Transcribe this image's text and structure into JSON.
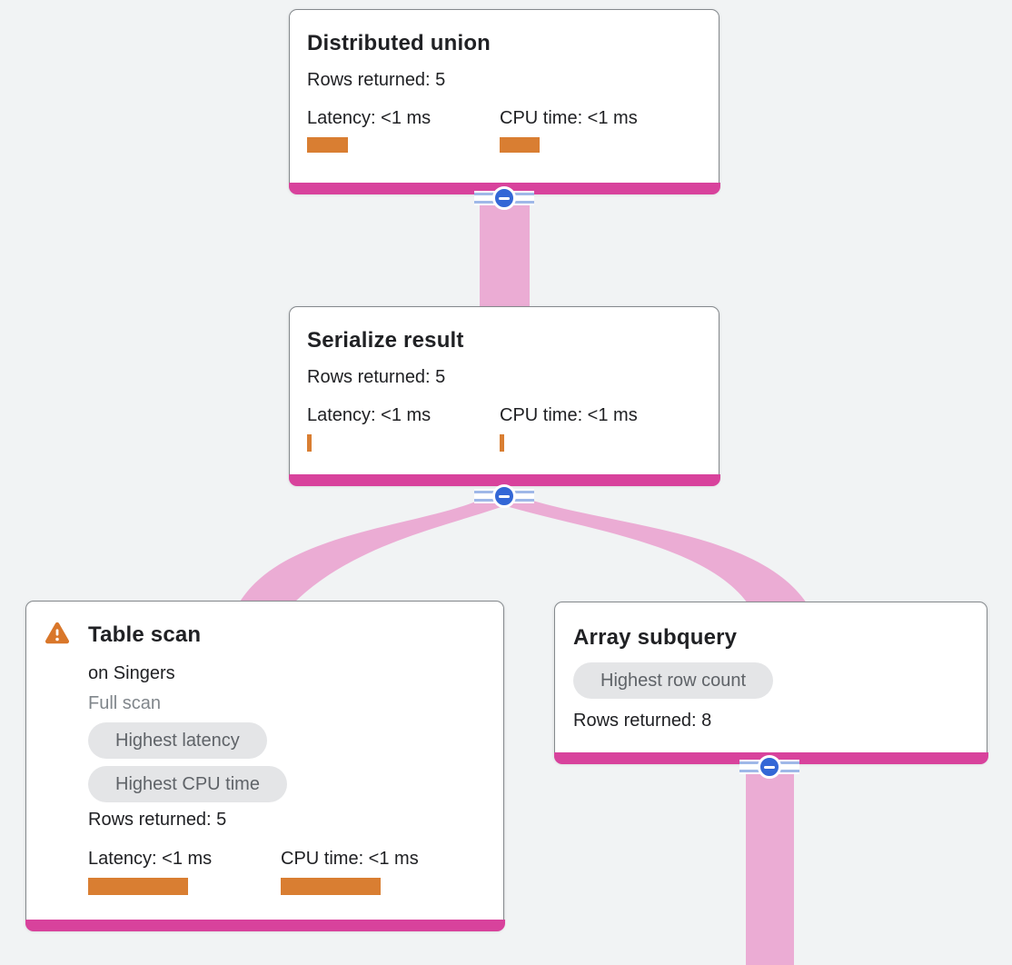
{
  "colors": {
    "canvas-bg": "#F1F3F4",
    "card-bg": "#FFFFFF",
    "card-border": "#85898D",
    "footer-pink": "#D8429C",
    "edge-pink": "#EBACD4",
    "bar-orange": "#D97E32",
    "warning-orange": "#D9772A",
    "collapse-blue": "#3367D6",
    "collapse-lines": "#9FB8E8",
    "badge-bg": "#E4E5E7",
    "badge-text": "#5F6368",
    "text-primary": "#202124",
    "text-muted": "#80868B"
  },
  "nodes": [
    {
      "title": "Distributed union",
      "rows": "Rows returned: 5",
      "latency": {
        "label": "Latency: <1 ms",
        "bar": {
          "w": 45,
          "h": 17
        }
      },
      "cpu": {
        "label": "CPU time: <1 ms",
        "bar": {
          "w": 44,
          "h": 17
        }
      }
    },
    {
      "title": "Serialize result",
      "rows": "Rows returned: 5",
      "latency": {
        "label": "Latency: <1 ms",
        "bar": {
          "w": 5,
          "h": 19
        }
      },
      "cpu": {
        "label": "CPU time: <1 ms",
        "bar": {
          "w": 5,
          "h": 19
        }
      }
    },
    {
      "title": "Table scan",
      "subtitle": "on Singers",
      "note": "Full scan",
      "badges": [
        "Highest latency",
        "Highest CPU time"
      ],
      "rows": "Rows returned: 5",
      "latency": {
        "label": "Latency: <1 ms",
        "bar": {
          "w": 110,
          "h": 19
        }
      },
      "cpu": {
        "label": "CPU time: <1 ms",
        "bar": {
          "w": 110,
          "h": 19
        }
      }
    },
    {
      "title": "Array subquery",
      "badges": [
        "Highest row count"
      ],
      "rows": "Rows returned: 8"
    }
  ]
}
